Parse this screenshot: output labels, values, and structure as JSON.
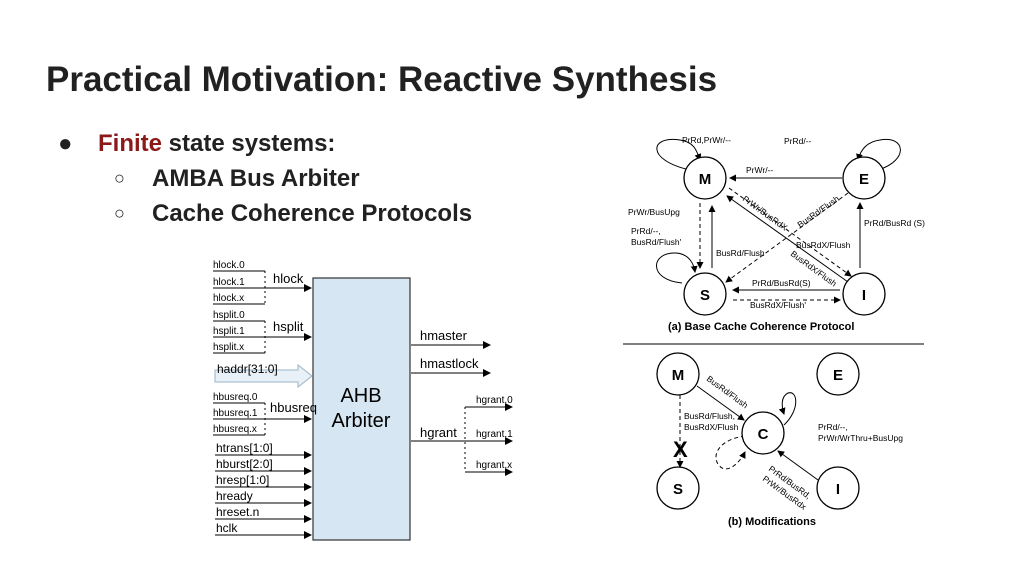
{
  "slide": {
    "title": "Practical Motivation: Reactive Synthesis",
    "bullet": {
      "marker": "●",
      "accent": "Finite",
      "rest": " state systems:"
    },
    "subbullets": [
      {
        "marker": "○",
        "text": "AMBA Bus Arbiter"
      },
      {
        "marker": "○",
        "text": "Cache Coherence Protocols"
      }
    ],
    "colors": {
      "accent": "#8b1a1a",
      "text": "#212121",
      "arbiter_box": "#d6e7f3"
    }
  },
  "arbiter": {
    "box_label_line1": "AHB",
    "box_label_line2": "Arbiter",
    "inputs": {
      "hlock": [
        "hlock.0",
        "hlock.1",
        "hlock.x"
      ],
      "hlock_label": "hlock",
      "hsplit": [
        "hsplit.0",
        "hsplit.1",
        "hsplit.x"
      ],
      "hsplit_label": "hsplit",
      "haddr": "haddr[31:0]",
      "hbusreq": [
        "hbusreq.0",
        "hbusreq.1",
        "hbusreq.x"
      ],
      "hbusreq_label": "hbusreq",
      "others": [
        "htrans[1:0]",
        "hburst[2:0]",
        "hresp[1:0]",
        "hready",
        "hreset.n",
        "hclk"
      ]
    },
    "outputs": {
      "hmaster": "hmaster",
      "hmastlock": "hmastlock",
      "hgrant": "hgrant",
      "hgrant_lines": [
        "hgrant.0",
        "hgrant.1",
        "hgrant.x"
      ]
    }
  },
  "coherence": {
    "base": {
      "caption": "(a) Base Cache Coherence Protocol",
      "states": [
        "M",
        "E",
        "S",
        "I"
      ],
      "labels": {
        "m_self": "PrRd,PrWr/--",
        "e_self": "PrRd/--",
        "e_to_m": "PrWr/--",
        "m_to_s": "PrWr/BusUpg",
        "s_self_1": "PrRd/--,",
        "s_self_2": "BusRd/Flush'",
        "i_to_m": "PrWr/BusRdX",
        "e_to_s": "BusRd/Flush",
        "e_to_i_right": "PrRd/BusRd (S)",
        "m_to_i_flush": "BusRdX/Flush",
        "m_s_busrd": "BusRd/Flush",
        "diag_busrdx": "BusRdX/Flush",
        "i_to_s": "PrRd/BusRd(S)",
        "s_to_i": "BusRdX/Flush'"
      }
    },
    "modified": {
      "caption": "(b) Modifications",
      "states": [
        "M",
        "E",
        "C",
        "S",
        "I"
      ],
      "labels": {
        "m_to_c": "BusRd/Flush",
        "m_c_1": "BusRd/Flush,",
        "m_c_2": "BusRdX/Flush",
        "cross": "X",
        "c_self_1": "PrRd/--,",
        "c_self_2": "PrWr/WrThru+BusUpg",
        "i_to_c_1": "PrRd/BusRd,",
        "i_to_c_2": "PrWr/BusRdx"
      }
    }
  }
}
